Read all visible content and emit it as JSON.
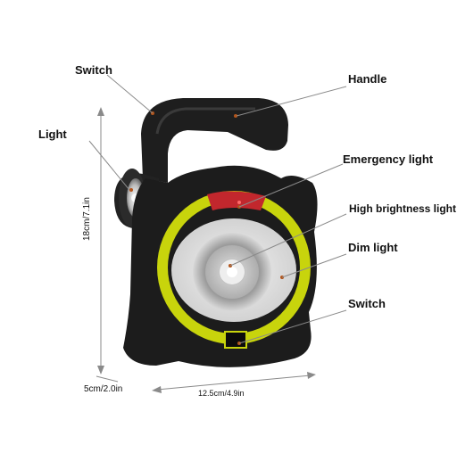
{
  "labels": {
    "switch_top": "Switch",
    "light": "Light",
    "handle": "Handle",
    "emergency_light": "Emergency light",
    "high_brightness_light": "High brightness light",
    "dim_light": "Dim light",
    "switch_bottom": "Switch"
  },
  "dimensions": {
    "height": "18cm/7.1in",
    "depth": "5cm/2.0in",
    "width": "12.5cm/4.9in"
  },
  "colors": {
    "body": "#1c1c1c",
    "ring_yellow": "#c8d40c",
    "emergency_red": "#c2272d",
    "dim_panel": "#e4e4e4",
    "leader_line": "#8a8a8a"
  }
}
